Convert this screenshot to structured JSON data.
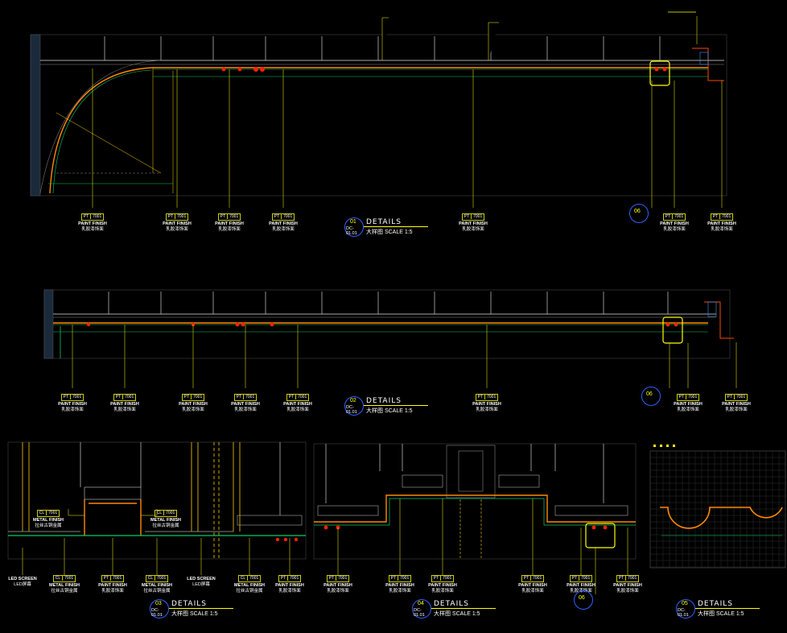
{
  "tags": {
    "pt_code": "PT",
    "pt_num": "7001",
    "cl_code": "CL",
    "cl_num": "7001",
    "paint_en": "PAINT FINISH",
    "paint_cn": "乳胶漆饰面",
    "metal_en": "METAL FINISH",
    "metal_cn": "拉丝古铜金属",
    "led_en": "LED SCREEN",
    "led_cn": "LED屏幕"
  },
  "details": [
    {
      "num": "01",
      "sheet": "DC-01.01",
      "title": "DETAILS",
      "sub": "大样图  SCALE  1:5"
    },
    {
      "num": "02",
      "sheet": "DC-01.01",
      "title": "DETAILS",
      "sub": "大样图  SCALE  1:5"
    },
    {
      "num": "03",
      "sheet": "DC-01.01",
      "title": "DETAILS",
      "sub": "大样图  SCALE  1:5"
    },
    {
      "num": "04",
      "sheet": "DC-01.01",
      "title": "DETAILS",
      "sub": "大样图  SCALE  1:5"
    },
    {
      "num": "05",
      "sheet": "DC-01.01",
      "title": "DETAILS",
      "sub": "大样图  SCALE  1:5"
    }
  ],
  "callouts": [
    {
      "num": "06"
    },
    {
      "num": "06"
    },
    {
      "num": "06"
    }
  ],
  "colors": {
    "line": "#aaaaaa",
    "leader": "#ffff00",
    "finish": "#ff8800",
    "dim": "#00cc66",
    "callout": "#3060ff"
  }
}
